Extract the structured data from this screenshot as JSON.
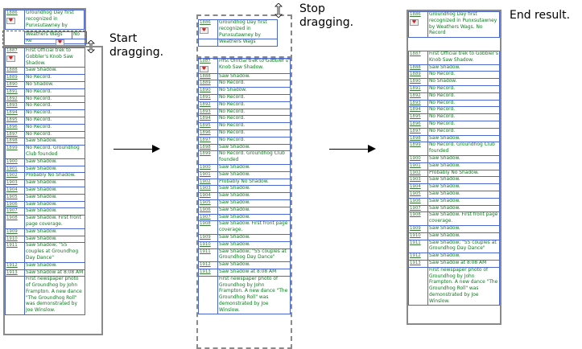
{
  "labels": {
    "start_dragging": "Start\ndragging.",
    "stop_dragging": "Stop\ndragging.",
    "end_result": "End result."
  },
  "marker_icon": "heart-icon",
  "drag_handle_icon": "drag-arrows-icon",
  "header_rows": [
    {
      "year": "1886",
      "event": "Groundhog Day first recognized in Punxsutawney by"
    },
    {
      "year": "",
      "event": "Weathers Wags"
    }
  ],
  "rows": [
    {
      "year": "1887",
      "event": "First Official trek to Gobbler's Knob Saw Shadow."
    },
    {
      "year": "1888",
      "event": "Saw Shadow."
    },
    {
      "year": "1889",
      "event": "No Record."
    },
    {
      "year": "1890",
      "event": "No Shadow."
    },
    {
      "year": "1891",
      "event": "No Record."
    },
    {
      "year": "1892",
      "event": "No Record."
    },
    {
      "year": "1893",
      "event": "No Record."
    },
    {
      "year": "1894",
      "event": "No Record."
    },
    {
      "year": "1895",
      "event": "No Record."
    },
    {
      "year": "1896",
      "event": "No Record."
    },
    {
      "year": "1897",
      "event": "No Record."
    },
    {
      "year": "1898",
      "event": "Saw Shadow."
    },
    {
      "year": "1899",
      "event": "No Record. Groundhog Club founded"
    },
    {
      "year": "1900",
      "event": "Saw Shadow."
    },
    {
      "year": "1901",
      "event": "Saw Shadow."
    },
    {
      "year": "1902",
      "event": "Probably No Shadow."
    },
    {
      "year": "1903",
      "event": "Saw Shadow."
    },
    {
      "year": "1904",
      "event": "Saw Shadow."
    },
    {
      "year": "1905",
      "event": "Saw Shadow."
    },
    {
      "year": "1906",
      "event": "Saw Shadow."
    },
    {
      "year": "1907",
      "event": "Saw Shadow."
    },
    {
      "year": "1908",
      "event": "Saw Shadow. First front page coverage."
    },
    {
      "year": "1909",
      "event": "Saw Shadow."
    },
    {
      "year": "1910",
      "event": "Saw Shadow."
    },
    {
      "year": "1911",
      "event": "Saw Shadow; \"55 couples at Groundhog Day Dance\""
    },
    {
      "year": "1912",
      "event": "Saw Shadow."
    },
    {
      "year": "1913",
      "event": "Saw Shadow at 8:08 AM"
    },
    {
      "year": "",
      "event": "First newspaper photo of Groundhog by John Frampton. A new dance \"The Groundhog Roll\" was demonstrated by Joe Winslow."
    }
  ],
  "panel1": {
    "top": {
      "year": "1886",
      "event": "Groundhog Day first recognized in Punxsutawney by",
      "cut_year": "",
      "cut_event": "Weathers Wags",
      "cut_no": "No",
      "cut_re": "Re"
    }
  },
  "panel3": {
    "top_event": "Groundhog Day first recognized in Punxsutawney by Weathers Wags. No Record"
  }
}
